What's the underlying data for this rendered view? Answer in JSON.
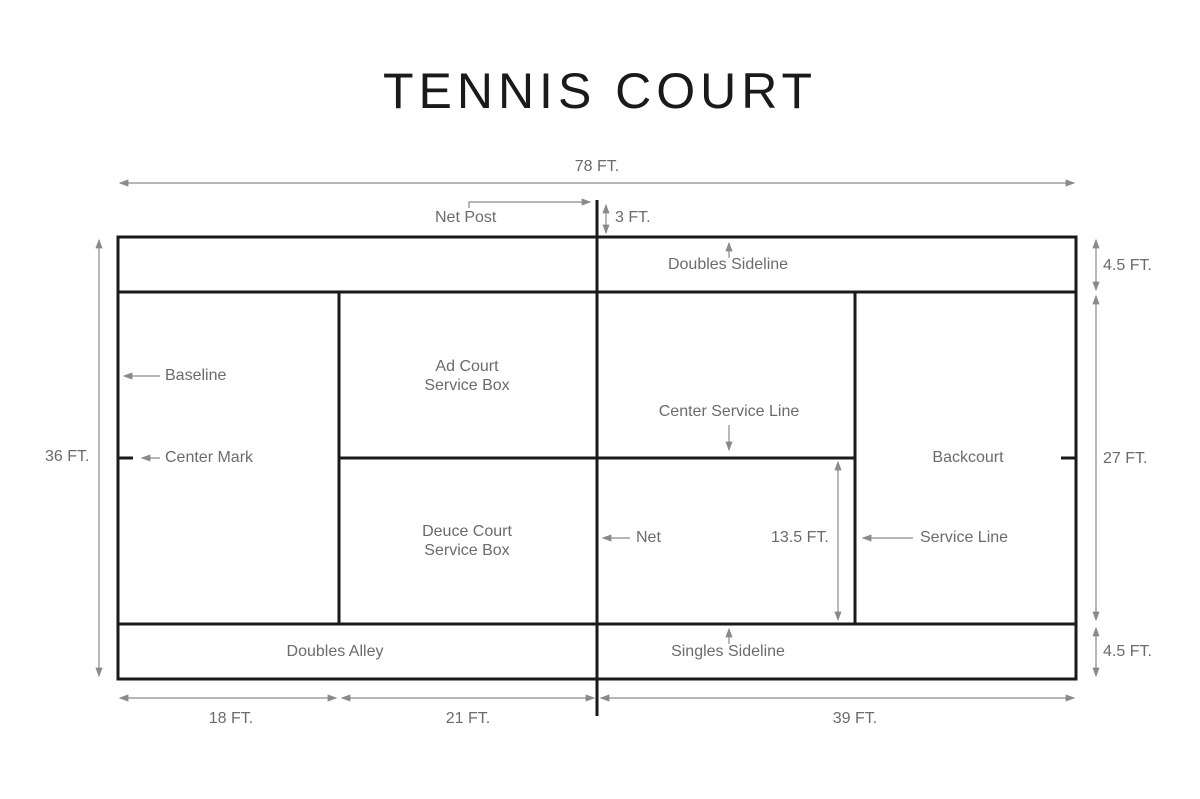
{
  "title": "TENNIS COURT",
  "labels": {
    "net_post": "Net Post",
    "doubles_sideline": "Doubles Sideline",
    "baseline": "Baseline",
    "center_mark": "Center Mark",
    "ad_court_line1": "Ad Court",
    "ad_court_line2": "Service Box",
    "center_service_line": "Center Service Line",
    "backcourt": "Backcourt",
    "deuce_court_line1": "Deuce Court",
    "deuce_court_line2": "Service Box",
    "net": "Net",
    "service_line": "Service Line",
    "doubles_alley": "Doubles Alley",
    "singles_sideline": "Singles Sideline"
  },
  "dimensions": {
    "total_length": "78 FT.",
    "net_post_offset": "3 FT.",
    "total_width": "36 FT.",
    "singles_width": "27 FT.",
    "alley_top": "4.5 FT.",
    "alley_bottom": "4.5 FT.",
    "service_box_width": "13.5 FT.",
    "baseline_to_service": "18 FT.",
    "service_to_net": "21 FT.",
    "half_court": "39 FT."
  },
  "colors": {
    "court_lines": "#1a1a1a",
    "dimension_lines": "#8a8a8a",
    "label_text": "#6b6b6b"
  }
}
